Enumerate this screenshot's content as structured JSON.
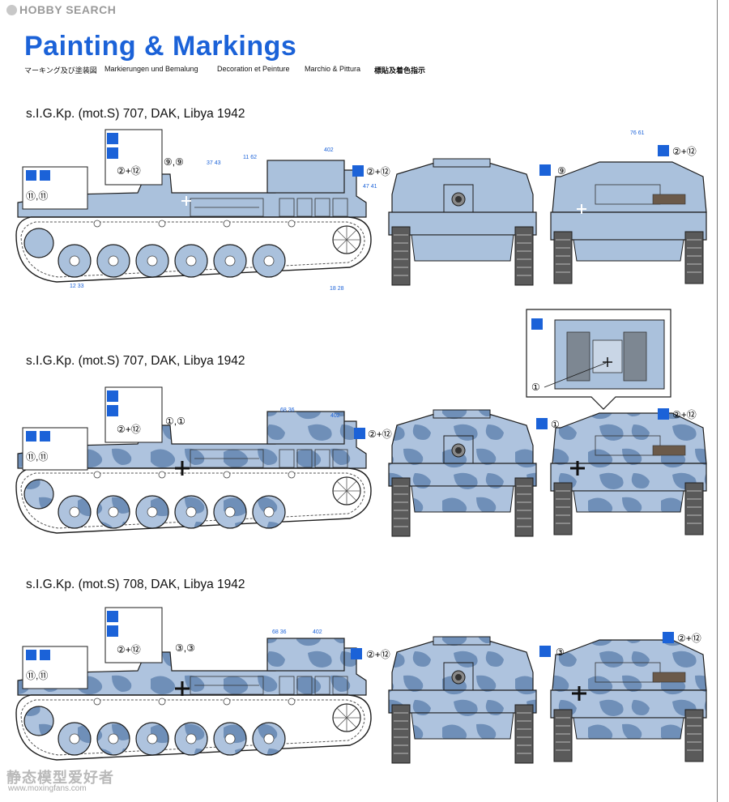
{
  "header": {
    "watermark": "HOBBY SEARCH",
    "title": "Painting & Markings",
    "subtitles": [
      "マーキング及び塗装図",
      "Markierungen und Bemalung",
      "Decoration et Peinture",
      "Marchio & Pittura",
      "標貼及着色指示"
    ]
  },
  "sections": [
    {
      "title": "s.I.G.Kp. (mot.S) 707, DAK, Libya 1942",
      "camo": false,
      "side_marking": "⑨,⑨",
      "front_marking": "②+⑫",
      "rear_number": "⑨",
      "rear_marking": "②+⑫",
      "side_box_marking": "②+⑫",
      "left_box_marking": "⑪,⑪",
      "paint_codes": {
        "a": "402",
        "b": "37 43",
        "c": "11 62",
        "d": "47 41",
        "e": "12 33",
        "f": "18 28",
        "g": "76 61"
      }
    },
    {
      "title": "s.I.G.Kp. (mot.S) 707, DAK, Libya 1942",
      "camo": true,
      "side_marking": "①,①",
      "front_marking": "②+⑫",
      "rear_number": "①",
      "rear_marking": "②+⑫",
      "side_box_marking": "②+⑫",
      "left_box_marking": "⑪,⑪",
      "paint_codes": {
        "a": "402",
        "b": "68 36"
      },
      "inset_marking": "①"
    },
    {
      "title": "s.I.G.Kp. (mot.S) 708, DAK, Libya 1942",
      "camo": true,
      "side_marking": "③,③",
      "front_marking": "②+⑫",
      "rear_number": "③",
      "rear_marking": "②+⑫",
      "side_box_marking": "②+⑫",
      "left_box_marking": "⑪,⑪",
      "paint_codes": {
        "a": "402",
        "b": "68 36"
      }
    }
  ],
  "footer": {
    "watermark_cn": "静态模型爱好者",
    "watermark_url": "www.moxingfans.com"
  },
  "colors": {
    "accent": "#1b62d8",
    "vehicle": "#aac1dc",
    "camo": "#6f8fb8",
    "line": "#1d1d1d"
  }
}
